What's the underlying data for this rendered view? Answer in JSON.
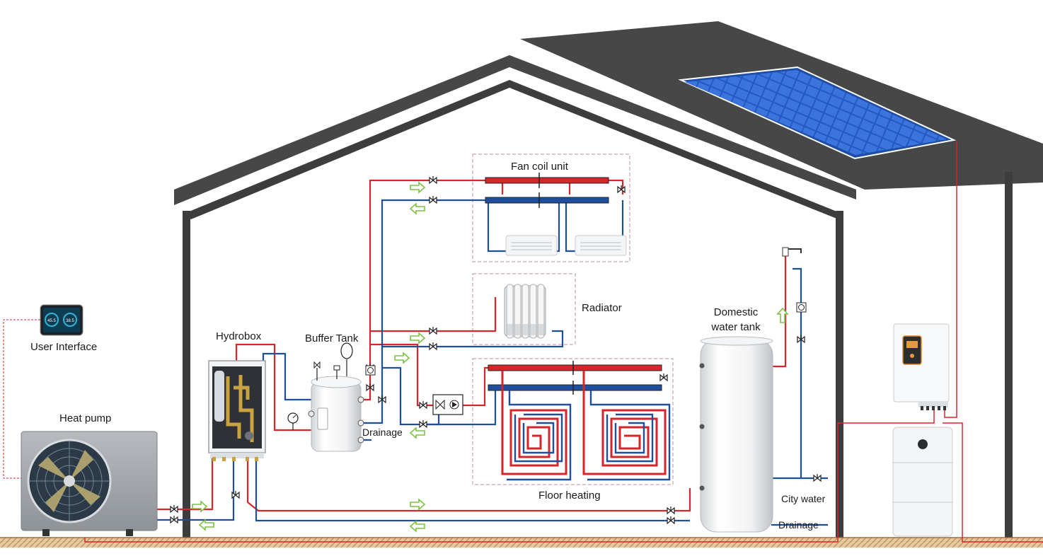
{
  "labels": {
    "fan_coil_unit": "Fan coil unit",
    "radiator": "Radiator",
    "hydrobox": "Hydrobox",
    "buffer_tank": "Buffer Tank",
    "domestic_water_tank_line1": "Domestic",
    "domestic_water_tank_line2": "water tank",
    "user_interface": "User Interface",
    "heat_pump": "Heat pump",
    "drainage_buffer": "Drainage",
    "floor_heating": "Floor heating",
    "city_water": "City water",
    "drainage_dhw": "Drainage"
  },
  "user_interface_display": {
    "value_left": "45.5",
    "value_right": "38.5"
  },
  "colors": {
    "roof": "#474747",
    "wall": "#3d3d3d",
    "hot_pipe": "#d7262b",
    "cold_pipe": "#1f4f9c",
    "flow_arrow": "#7cc242",
    "solar_panel": "#2a62c9",
    "ground": "#c89a63",
    "dashed_border": "#c9a3ad"
  },
  "icons": [
    "valve-icon",
    "pump-icon",
    "three-way-valve-icon",
    "expansion-vessel-icon",
    "pressure-gauge-icon",
    "faucet-icon",
    "flow-arrow-icon"
  ]
}
